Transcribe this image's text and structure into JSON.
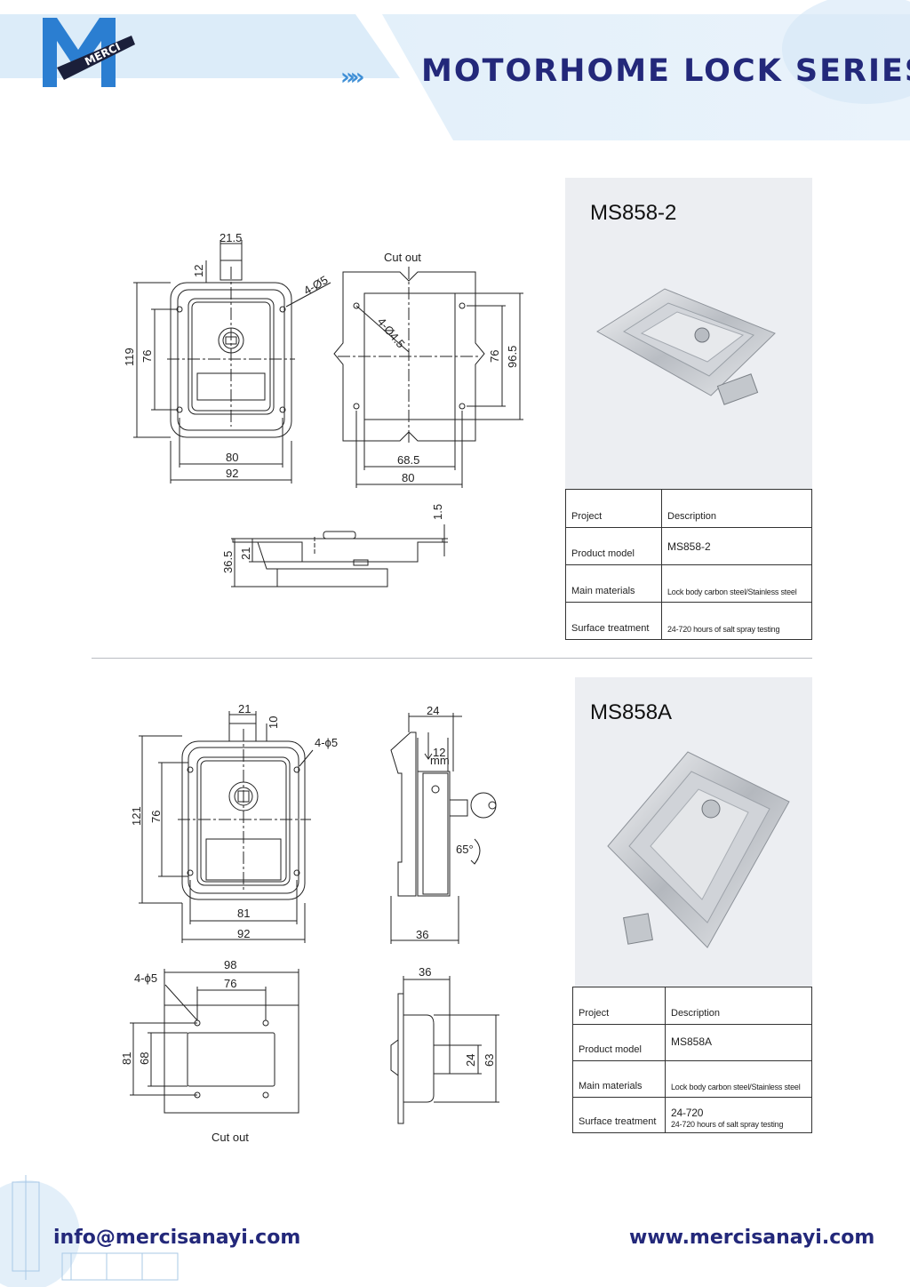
{
  "header": {
    "title": "MOTORHOME LOCK SERIES",
    "logo_text": "MERCI",
    "chevrons": "»»",
    "colors": {
      "title": "#23287a",
      "logo_blue": "#2b7ed1",
      "band": "#dbeaf7"
    }
  },
  "products": [
    {
      "model_title": "MS858-2",
      "drawing": {
        "front_dims": [
          "21.5",
          "12",
          "4-Ø5",
          "119",
          "76",
          "80",
          "92"
        ],
        "cutout_label": "Cut out",
        "cutout_dims": [
          "4-Ø4.5",
          "76",
          "96.5",
          "68.5",
          "80"
        ],
        "side_dims": [
          "1.5",
          "36.5",
          "21"
        ]
      },
      "specs": {
        "project_label": "Project",
        "description_label": "Description",
        "model_label": "Product model",
        "model_value": "MS858-2",
        "materials_label": "Main materials",
        "materials_value": "Lock body carbon steel/Stainless steel",
        "surface_label": "Surface treatment",
        "surface_value": "24-720 hours of salt spray testing"
      }
    },
    {
      "model_title": "MS858A",
      "drawing": {
        "front_dims": [
          "21",
          "10",
          "4-ϕ5",
          "121",
          "76",
          "81",
          "92"
        ],
        "side_dims": [
          "24",
          "12",
          "mm",
          "65°",
          "36"
        ],
        "cutout_label": "Cut out",
        "cutout_dims": [
          "98",
          "76",
          "4-ϕ5",
          "81",
          "68"
        ],
        "side2_dims": [
          "36",
          "24",
          "63"
        ]
      },
      "specs": {
        "project_label": "Project",
        "description_label": "Description",
        "model_label": "Product model",
        "model_value": "MS858A",
        "materials_label": "Main materials",
        "materials_value": "Lock body carbon steel/Stainless steel",
        "surface_label": "Surface treatment",
        "surface_value_top": "24-720",
        "surface_value": "24-720 hours of salt spray testing"
      }
    }
  ],
  "footer": {
    "email": "info@mercisanayi.com",
    "website": "www.mercisanayi.com"
  }
}
